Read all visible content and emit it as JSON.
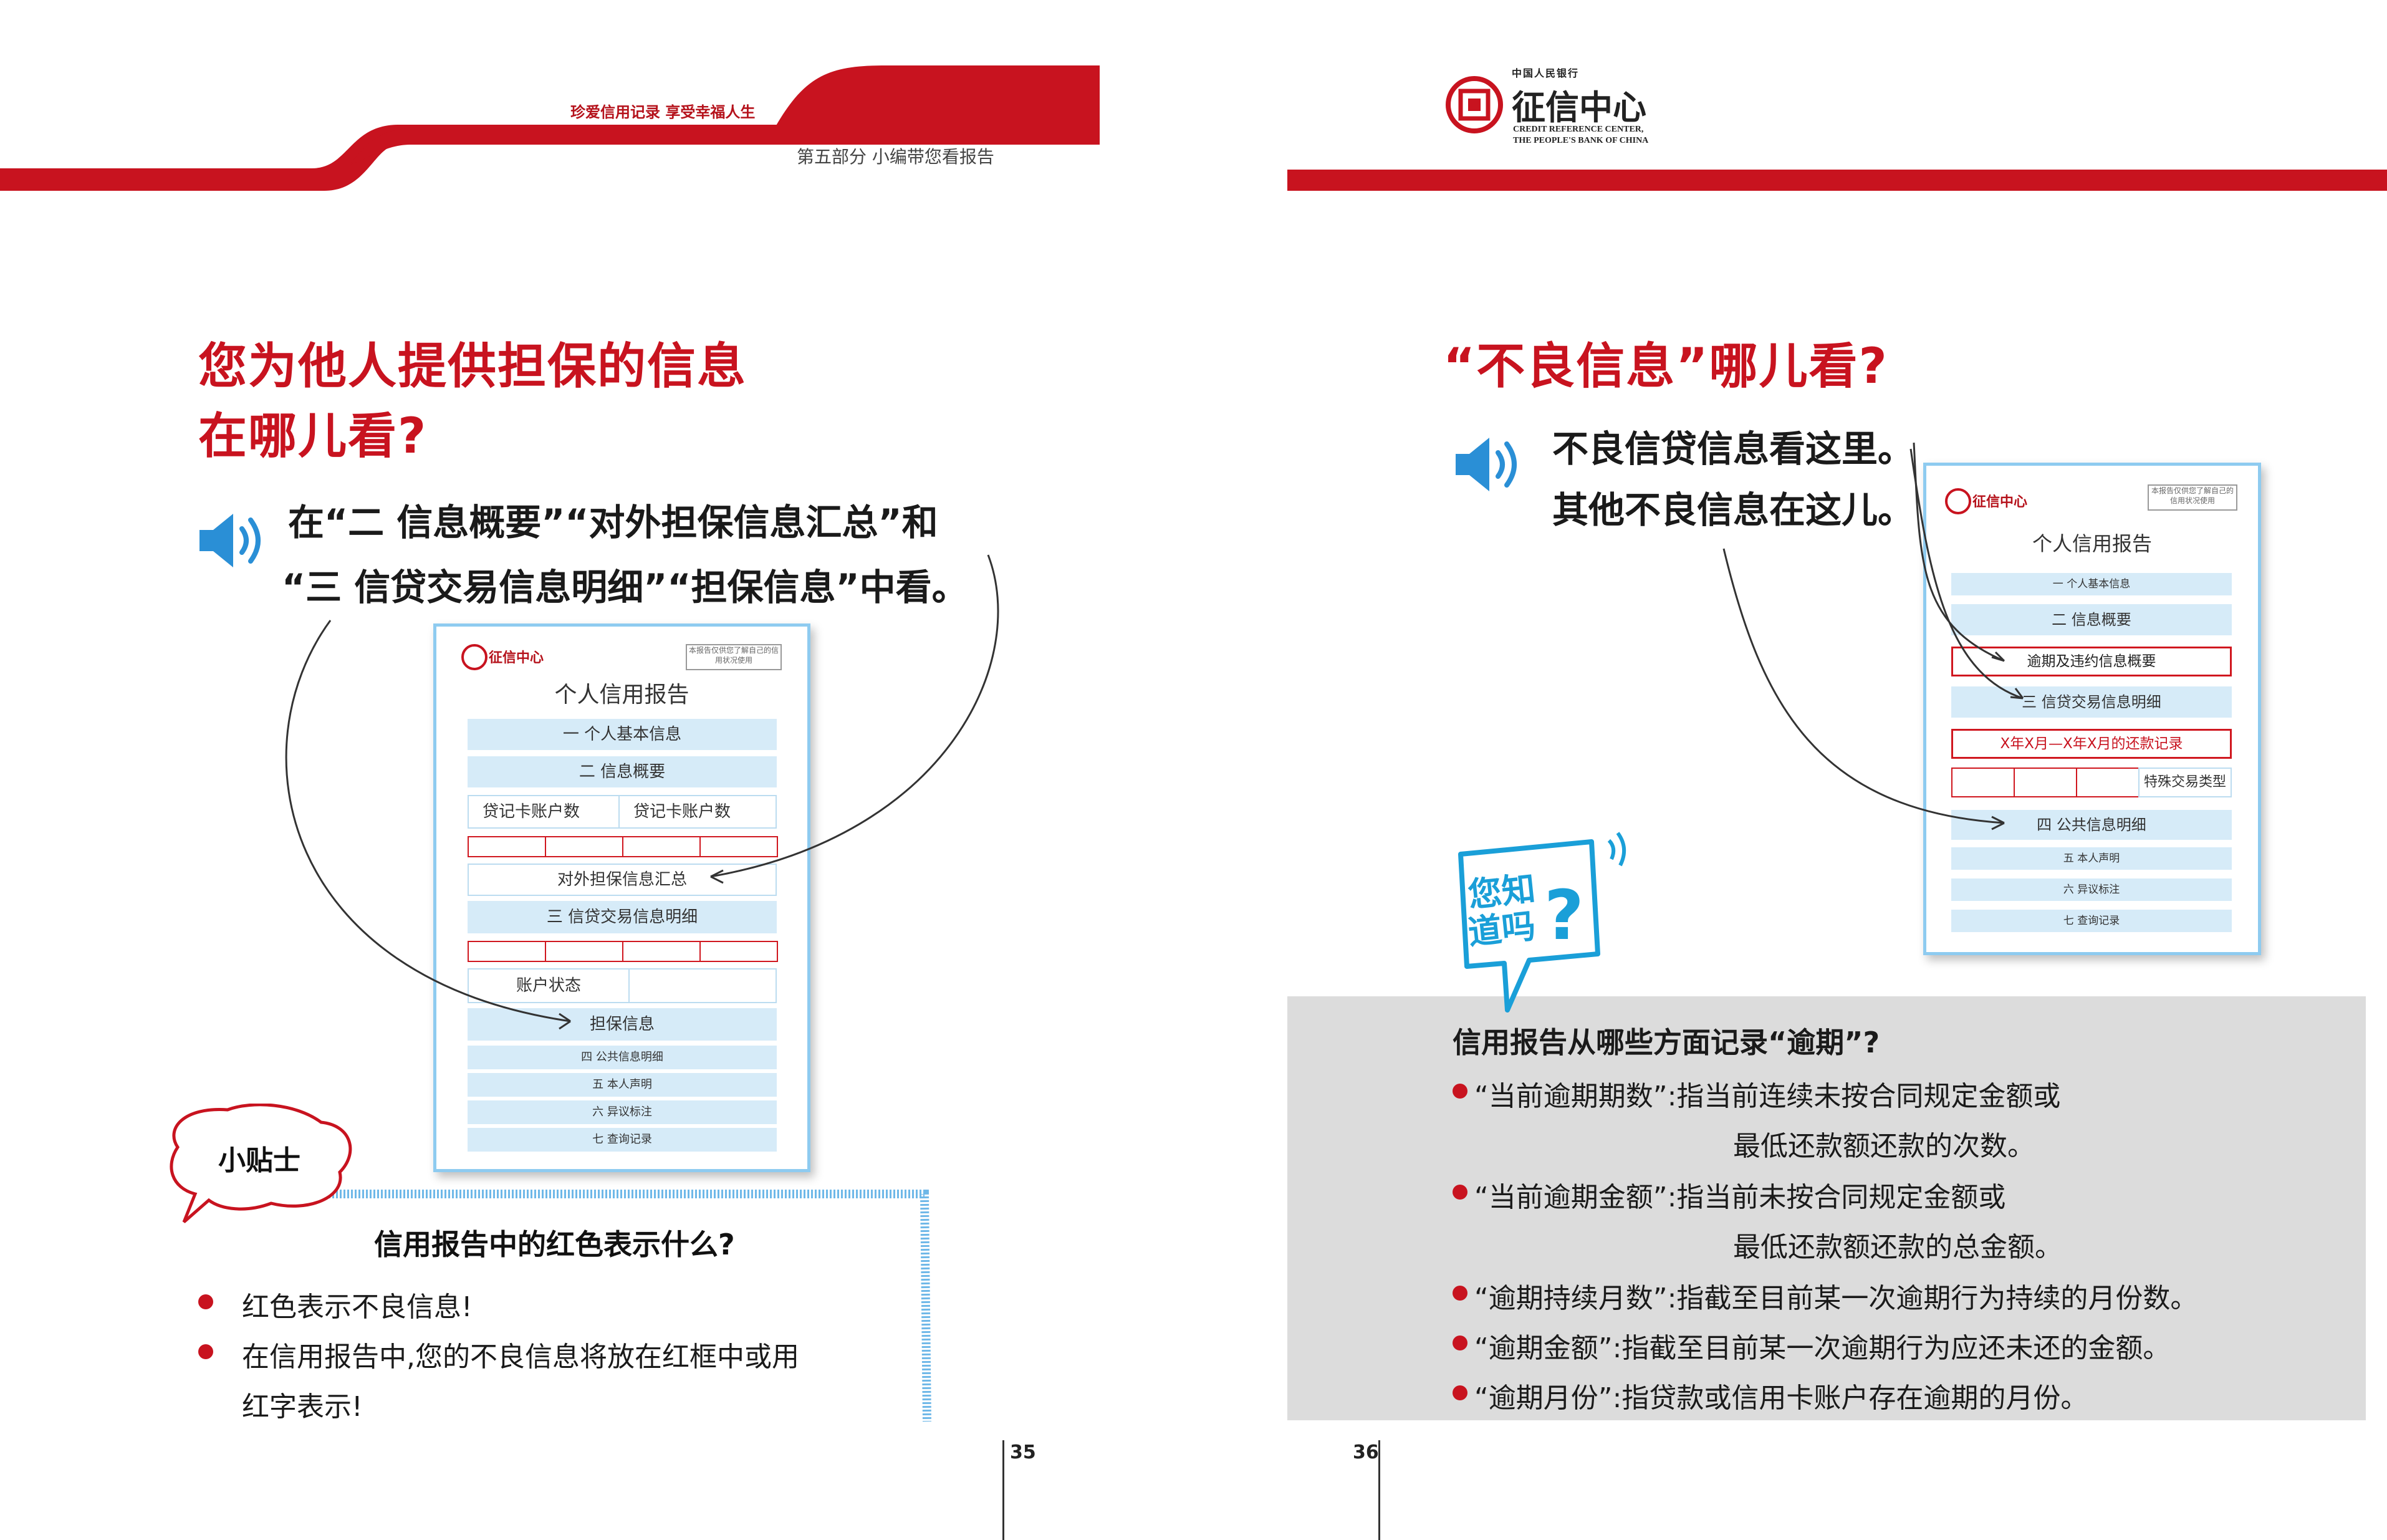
{
  "header_left": {
    "slogan": "珍爱信用记录  享受幸福人生",
    "section_label": "第五部分   小编带您看报告"
  },
  "header_right": {
    "logo_top": "中国人民银行",
    "logo_title": "征信中心",
    "logo_en_1": "CREDIT REFERENCE CENTER,",
    "logo_en_2": "THE PEOPLE'S BANK OF CHINA"
  },
  "left": {
    "title_line1": "您为他人提供担保的信息",
    "title_line2": "在哪儿看?",
    "instr_line1": "在“二  信息概要”“对外担保信息汇总”和",
    "instr_line2": "“三  信贷交易信息明细”“担保信息”中看。",
    "report": {
      "logo_text": "征信中心",
      "note": "本报告仅供您了解自己的信用状况使用",
      "title": "个人信用报告",
      "rows": {
        "r1": "一  个人基本信息",
        "r2": "二  信息概要",
        "cell_a": "贷记卡账户数",
        "cell_b": "贷记卡账户数",
        "r3": "对外担保信息汇总",
        "r4": "三  信贷交易信息明细",
        "acct": "账户状态",
        "r5": "担保信息",
        "r6": "四  公共信息明细",
        "r7": "五  本人声明",
        "r8": "六  异议标注",
        "r9": "七  查询记录"
      }
    },
    "tip": {
      "bubble_label": "小贴士",
      "heading": "信用报告中的红色表示什么?",
      "b1": "红色表示不良信息!",
      "b2_line1": "在信用报告中,您的不良信息将放在红框中或用",
      "b2_line2": "红字表示!"
    },
    "page_number": "35"
  },
  "right": {
    "title": "“不良信息”哪儿看?",
    "instr_line1": "不良信贷信息看这里。",
    "instr_line2": "其他不良信息在这儿。",
    "report": {
      "logo_text": "征信中心",
      "note": "本报告仅供您了解自己的信用状况使用",
      "title": "个人信用报告",
      "rows": {
        "r1": "一  个人基本信息",
        "r2": "二  信息概要",
        "r3": "逾期及违约信息概要",
        "r4": "三  信贷交易信息明细",
        "r5": "X年X月—X年X月的还款记录",
        "special": "特殊交易类型",
        "r6": "四  公共信息明细",
        "r7": "五  本人声明",
        "r8": "六  异议标注",
        "r9": "七  查询记录"
      }
    },
    "did_you_know": {
      "line1": "您知",
      "line2": "道吗",
      "mark": "?"
    },
    "panel": {
      "question": "信用报告从哪些方面记录“逾期”?",
      "d1_line1": "“当前逾期期数”:指当前连续未按合同规定金额或",
      "d1_line2": "最低还款额还款的次数。",
      "d2_line1": "“当前逾期金额”:指当前未按合同规定金额或",
      "d2_line2": "最低还款额还款的总金额。",
      "d3": "“逾期持续月数”:指截至目前某一次逾期行为持续的月份数。",
      "d4": "“逾期金额”:指截至目前某一次逾期行为应还未还的金额。",
      "d5": "“逾期月份”:指贷款或信用卡账户存在逾期的月份。"
    },
    "page_number": "36"
  },
  "colors": {
    "brand_red": "#c8131f",
    "report_blue": "#8ecbf0",
    "bar_blue": "#d6ebf8",
    "panel_grey": "#dcdcdc",
    "dyk_blue": "#1a9fd8"
  },
  "icons": [
    "speaker-icon",
    "speaker-icon",
    "credit-center-logo",
    "speech-bubble"
  ]
}
